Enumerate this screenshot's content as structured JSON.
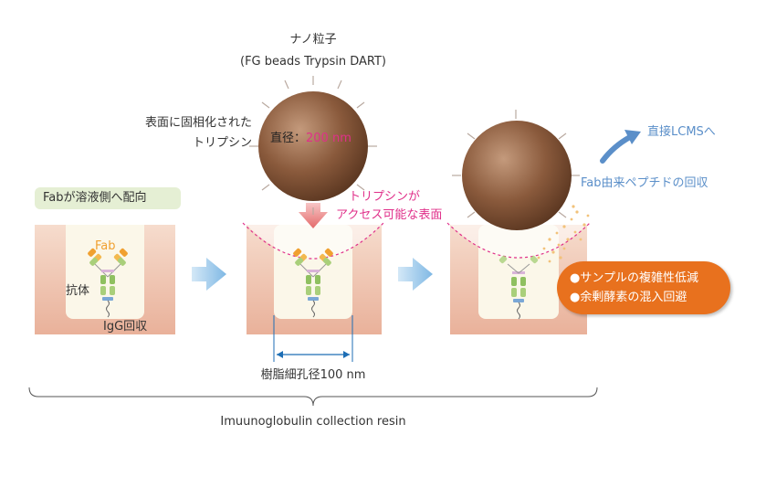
{
  "nanoparticle": {
    "title": "ナノ粒子",
    "subtitle": "(FG beads Trypsin DART)",
    "immobilized_line1": "表面に固相化された",
    "immobilized_line2": "トリプシン",
    "diameter_label": "直径：",
    "diameter_value": "200 nm"
  },
  "accessible_surface": {
    "line1": "トリプシンが",
    "line2": "アクセス可能な表面"
  },
  "step1": {
    "orientation_tag": "Fabが溶液側へ配向",
    "fab_label": "Fab",
    "antibody_label": "抗体",
    "igg_label": "IgG回収"
  },
  "pore_label": "樹脂細孔径100 nm",
  "resin_label": "Imuunoglobulin collection resin",
  "step3": {
    "lcms_label": "直接LCMSへ",
    "peptide_label": "Fab由来ペプチドの回収",
    "benefits": [
      "●サンプルの複雑性低減",
      "●余剰酵素の混入回避"
    ]
  },
  "colors": {
    "resin_pink": "#efc3ae",
    "pore_cream": "#fbf7e9",
    "bead_brown": "#8a5a3c",
    "accent_magenta": "#e0308a",
    "arrow_blue": "#8fc3ea",
    "lcms_blue": "#5b8fc9",
    "badge_orange": "#e8711e",
    "fab_orange": "#f0a030",
    "fc_green": "#8fc060"
  }
}
